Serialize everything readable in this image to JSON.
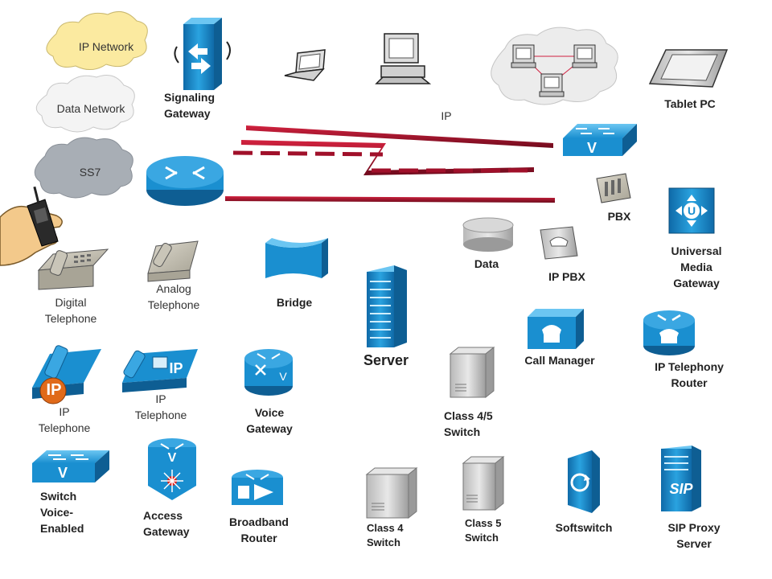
{
  "clouds": {
    "ip_network": "IP Network",
    "data_network": "Data Network",
    "ss7": "SS7"
  },
  "labels": {
    "signaling_gateway": "Signaling\nGateway",
    "ip_line": "IP",
    "tablet_pc": "Tablet PC",
    "pbx": "PBX",
    "universal_media_gateway": "Universal\nMedia\nGateway",
    "data": "Data",
    "ip_pbx": "IP PBX",
    "digital_telephone": "Digital\nTelephone",
    "analog_telephone": "Analog\nTelephone",
    "bridge": "Bridge",
    "server": "Server",
    "call_manager": "Call Manager",
    "ip_telephony_router": "IP Telephony\nRouter",
    "ip_telephone_1": "IP\nTelephone",
    "ip_telephone_2": "IP\nTelephone",
    "voice_gateway": "Voice\nGateway",
    "class_4_5_switch": "Class  4/5\nSwitch",
    "switch_voice_enabled": "Switch\nVoice-\nEnabled",
    "access_gateway": "Access\nGateway",
    "broadband_router": "Broadband\nRouter",
    "class_4_switch": "Class 4\nSwitch",
    "class_5_switch": "Class 5\nSwitch",
    "softswitch": "Softswitch",
    "sip_proxy_server": "SIP Proxy\nServer"
  },
  "icon_text": {
    "ip_badge": "IP",
    "ip_phone_badge": "IP",
    "sip": "SIP",
    "v": "V",
    "u": "U"
  },
  "colors": {
    "device_blue": "#1a8fd0",
    "device_dark": "#0e5e93",
    "line_red": "#a0102a",
    "cloud_yellow": "#fbeaa0",
    "cloud_grey": "#a8aeb5",
    "cloud_white": "#f4f4f4"
  }
}
